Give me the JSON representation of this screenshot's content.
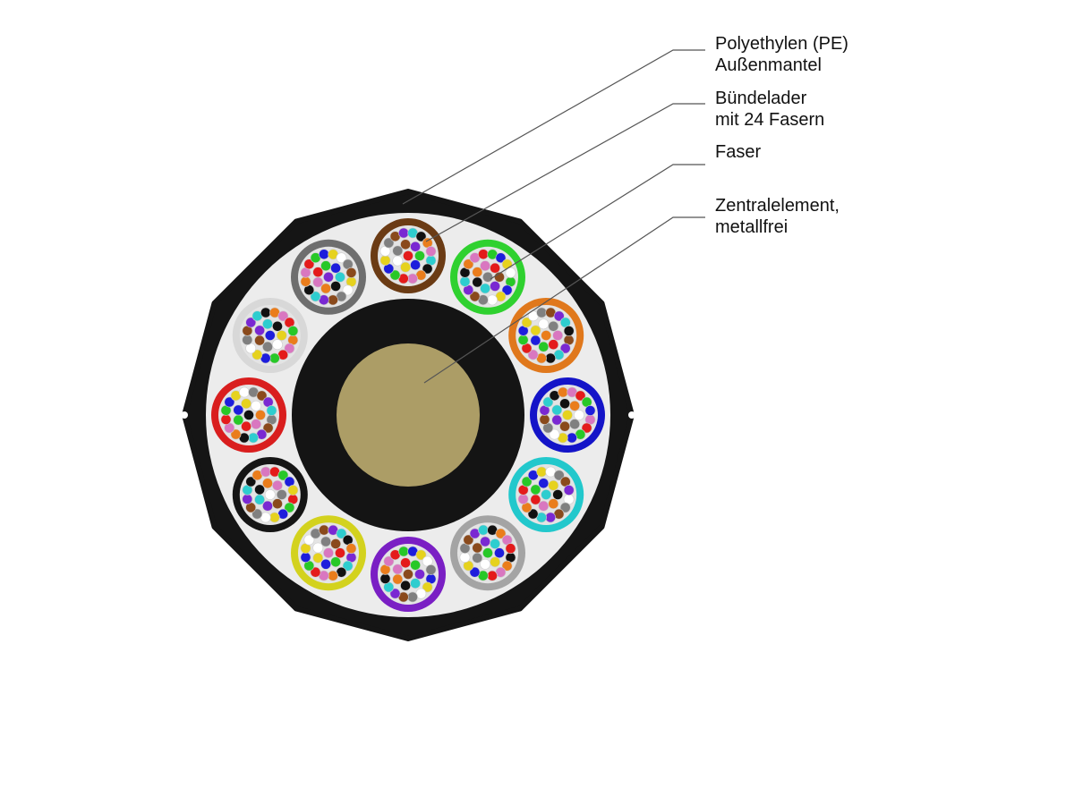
{
  "labels": [
    {
      "id": "jacket",
      "lines": [
        "Polyethylen (PE)",
        "Außenmantel"
      ]
    },
    {
      "id": "tube",
      "lines": [
        "Bündelader",
        "mit 24 Fasern"
      ]
    },
    {
      "id": "fiber",
      "lines": [
        "Faser"
      ]
    },
    {
      "id": "central",
      "lines": [
        "Zentralelement,",
        "metallfrei"
      ]
    }
  ],
  "cable": {
    "jacket_sides": 12,
    "colors": {
      "jacket": "#151515",
      "filler": "#ececec",
      "central_coating": "#141414",
      "central_element": "#ac9d66"
    },
    "tube_count": 12,
    "fibers_per_tube": 24,
    "tubes": [
      {
        "name": "brown-tube",
        "color": "#6b3b14"
      },
      {
        "name": "green-tube",
        "color": "#2fd12f"
      },
      {
        "name": "orange-tube",
        "color": "#e0781c"
      },
      {
        "name": "blue-tube",
        "color": "#1414c8"
      },
      {
        "name": "turquoise-tube",
        "color": "#22c8cc"
      },
      {
        "name": "gray-tube",
        "color": "#a4a4a4"
      },
      {
        "name": "violet-tube",
        "color": "#7a1fc4"
      },
      {
        "name": "yellow-tube",
        "color": "#d3d21e"
      },
      {
        "name": "black-tube",
        "color": "#151515"
      },
      {
        "name": "red-tube",
        "color": "#d91e1e"
      },
      {
        "name": "white-tube",
        "color": "#d8d8d8"
      },
      {
        "name": "slate-tube",
        "color": "#6e6e6e"
      }
    ],
    "fiber_colors": [
      "#e41b1b",
      "#27c827",
      "#1d1ddc",
      "#e6d21e",
      "#ffffff",
      "#808080",
      "#8a4a1c",
      "#7a28d2",
      "#2ecdcf",
      "#111111",
      "#ea7d1c",
      "#d977c0"
    ]
  }
}
